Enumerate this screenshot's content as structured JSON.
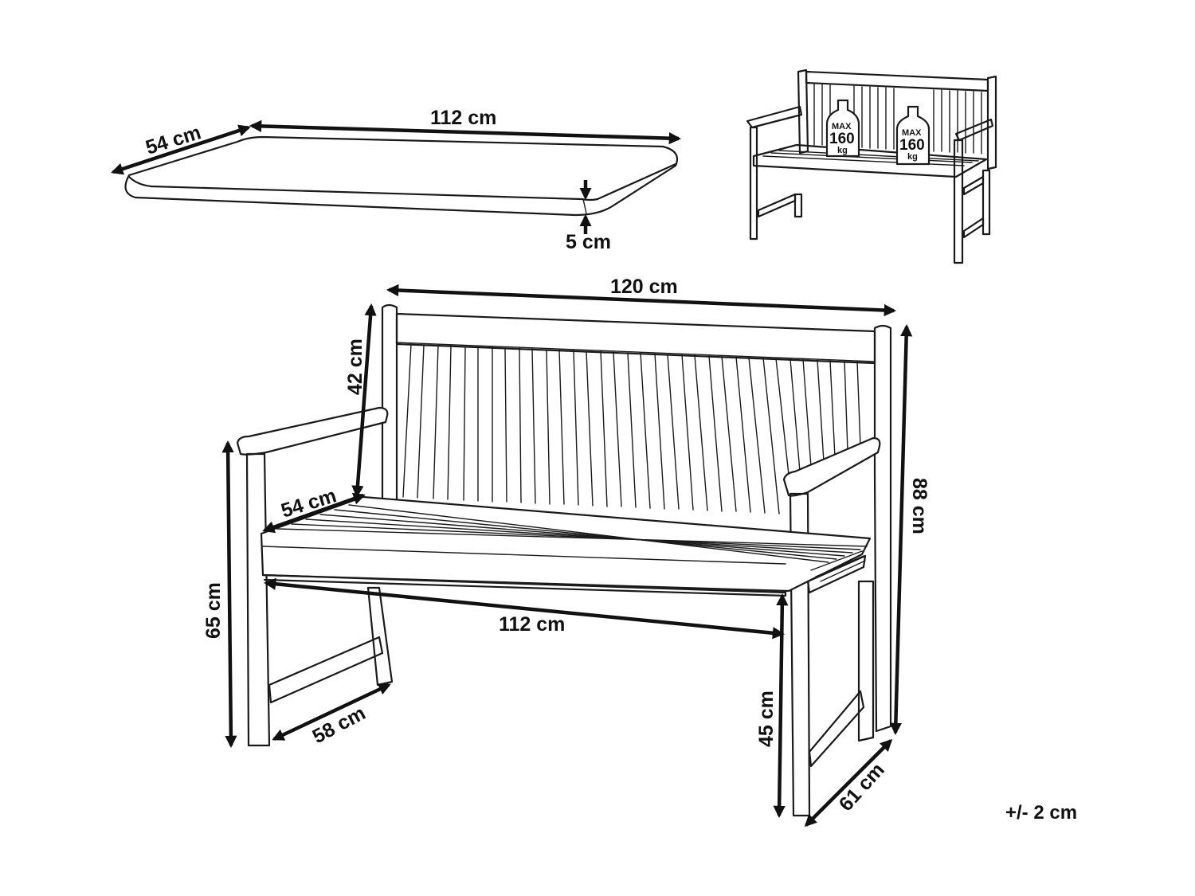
{
  "cushion": {
    "length_label": "112 cm",
    "depth_label": "54 cm",
    "thickness_label": "5 cm"
  },
  "load_capacity": {
    "left": {
      "max": "MAX",
      "value": "160",
      "unit": "kg"
    },
    "right": {
      "max": "MAX",
      "value": "160",
      "unit": "kg"
    }
  },
  "bench": {
    "total_width_label": "120 cm",
    "backrest_height_label": "42 cm",
    "total_height_label": "88 cm",
    "armrest_height_label": "65 cm",
    "seat_depth_label": "54 cm",
    "seat_width_label": "112 cm",
    "leg_depth_label": "58 cm",
    "seat_height_label": "45 cm",
    "total_depth_label": "61 cm"
  },
  "tolerance": "+/- 2 cm"
}
